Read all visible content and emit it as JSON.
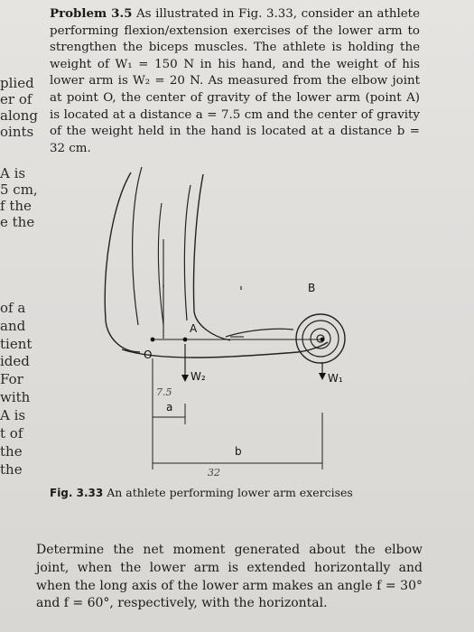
{
  "left_margin_lines": [
    "plied",
    "er of",
    "along",
    "oints",
    "A is",
    "5 cm,",
    "f the",
    "e the",
    "of a",
    "and",
    "tient",
    "ided",
    "For",
    "with",
    "A is",
    "t of",
    "the",
    "the"
  ],
  "problem": {
    "label": "Problem 3.5",
    "text": "As illustrated in Fig. 3.33, consider an athlete performing flexion/extension exercises of the lower arm to strengthen the biceps muscles. The athlete is holding the weight of W₁ = 150 N in his hand, and the weight of his lower arm is W₂ = 20 N. As measured from the elbow joint at point O, the center of gravity of the lower arm (point A) is located at a distance a = 7.5 cm and the center of gravity of the weight held in the hand is located at a distance b = 32 cm."
  },
  "figure": {
    "label_O": "O",
    "label_A": "A",
    "label_B": "B",
    "label_W1": "W₁",
    "label_W2": "W₂",
    "label_a": "a",
    "label_b": "b",
    "handwritten_a": "7.5",
    "handwritten_b": "32"
  },
  "caption": {
    "label": "Fig. 3.33",
    "text": "An athlete performing lower arm exercises"
  },
  "question": {
    "text": "Determine the net moment generated about the elbow joint, when the lower arm is extended horizontally and when the long axis of the lower arm makes an angle f = 30° and f = 60°, respectively, with the horizontal."
  }
}
